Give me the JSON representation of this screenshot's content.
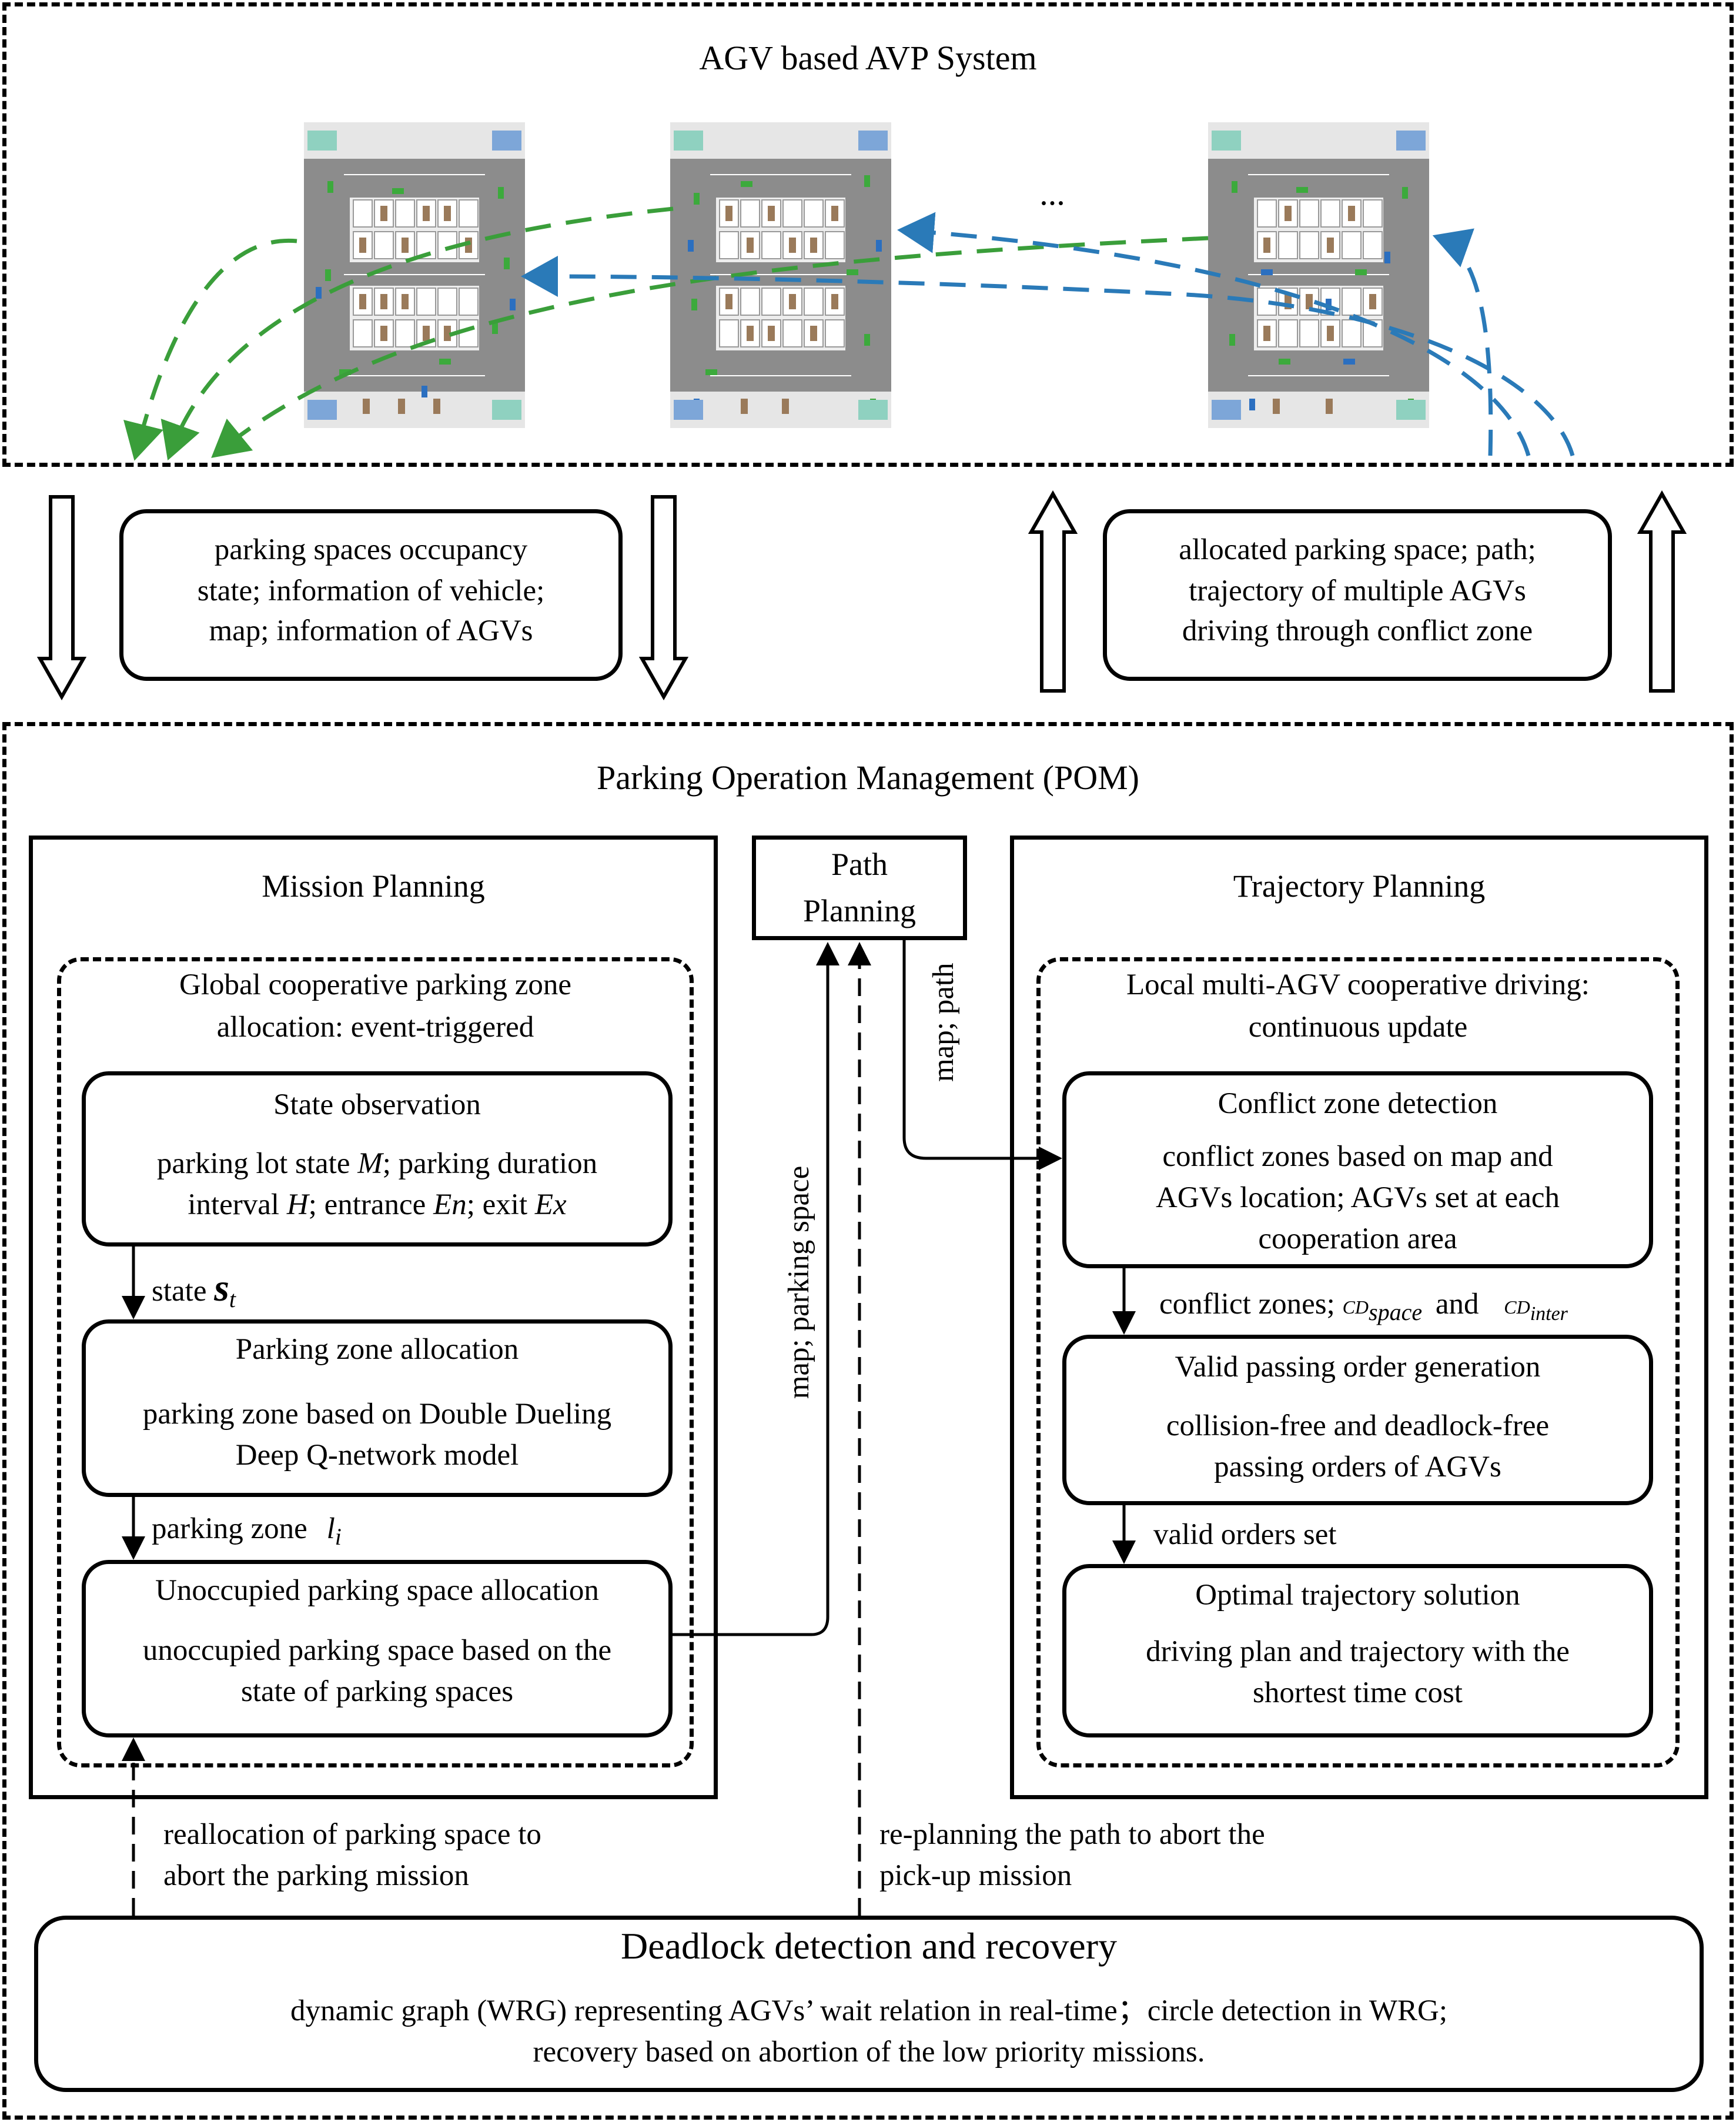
{
  "avp": {
    "title": "AGV based AVP System",
    "ellipsis": "..."
  },
  "info_down": {
    "line1": "parking spaces occupancy",
    "line2": "state; information of vehicle;",
    "line3": "map; information of AGVs"
  },
  "info_up": {
    "line1": "allocated parking space; path;",
    "line2": "trajectory of multiple AGVs",
    "line3": "driving through conflict zone"
  },
  "pom": {
    "title": "Parking Operation Management (POM)"
  },
  "mission": {
    "title": "Mission Planning",
    "global_line1": "Global cooperative parking zone",
    "global_line2": "allocation: event-triggered",
    "state_obs": {
      "title": "State observation",
      "line1_pre": "parking lot state ",
      "line1_var1": "M",
      "line1_mid": "; parking duration",
      "line2_pre": "interval ",
      "line2_var1": "H",
      "line2_mid1": "; entrance ",
      "line2_var2": "En",
      "line2_mid2": "; exit ",
      "line2_var3": "Ex"
    },
    "state_label": "state",
    "state_symbol": "s",
    "state_sub": "t",
    "zone_alloc": {
      "title": "Parking zone allocation",
      "line1": "parking zone  based on Double Dueling",
      "line2": "Deep Q-network model"
    },
    "zone_label": "parking zone",
    "zone_symbol": "l",
    "zone_sub": "i",
    "space_alloc": {
      "title": "Unoccupied parking space allocation",
      "line1": "unoccupied parking space based on  the",
      "line2": "state of parking spaces"
    }
  },
  "path": {
    "line1": "Path",
    "line2": "Planning",
    "label_in": "map; parking space",
    "label_out": "map; path"
  },
  "trajectory": {
    "title": "Trajectory Planning",
    "local_line1": "Local multi-AGV cooperative driving:",
    "local_line2": "continuous update",
    "conflict": {
      "title": "Conflict zone detection",
      "line1": "conflict zones  based on map and",
      "line2": "AGVs location; AGVs set at each",
      "line3": "cooperation area"
    },
    "cz_label": "conflict zones;",
    "cz_cd1": "CD",
    "cz_sub1": "space",
    "cz_and": "and",
    "cz_cd2": "CD",
    "cz_sub2": "inter",
    "valid": {
      "title": "Valid passing order generation",
      "line1": "collision-free and deadlock-free",
      "line2": "passing orders of AGVs"
    },
    "valid_label": "valid orders set",
    "optimal": {
      "title": "Optimal trajectory solution",
      "line1": "driving plan and trajectory with the",
      "line2": "shortest time cost"
    }
  },
  "realloc": {
    "line1": "reallocation of parking space to",
    "line2": "abort the parking mission"
  },
  "replan": {
    "line1": "re-planning the path to abort the",
    "line2": "pick-up mission"
  },
  "deadlock": {
    "title": "Deadlock detection and recovery",
    "line1": "dynamic graph (WRG)  representing AGVs’  wait relation  in real-time；circle detection in WRG;",
    "line2": "recovery based on abortion of the low priority missions."
  },
  "colors": {
    "green_arrow": "#3a9e3a",
    "blue_arrow": "#2a7ab8",
    "lot_gray": "#8c8c8c"
  }
}
